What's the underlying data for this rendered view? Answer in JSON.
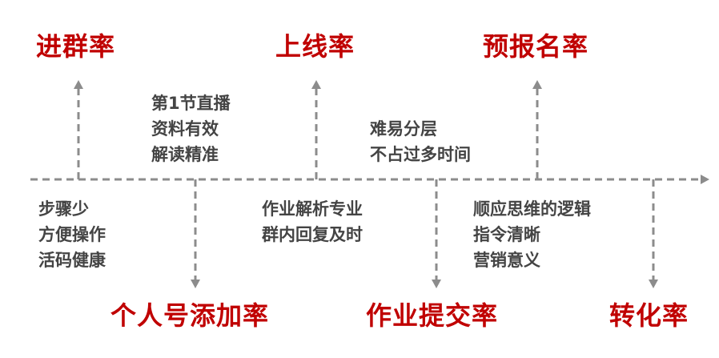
{
  "colors": {
    "metric": "#c00000",
    "note": "#444444",
    "line": "#8c8c8c"
  },
  "metrics": {
    "join_group_rate": "进群率",
    "online_rate": "上线率",
    "pre_register_rate": "预报名率",
    "personal_add_rate": "个人号添加率",
    "homework_submit_rate": "作业提交率",
    "conversion_rate": "转化率"
  },
  "notes": {
    "first_live": [
      "第1节直播",
      "资料有效",
      "解读精准"
    ],
    "difficulty": [
      "难易分层",
      "不占过多时间"
    ],
    "steps": [
      "步骤少",
      "方便操作",
      "活码健康"
    ],
    "homework": [
      "作业解析专业",
      "群内回复及时"
    ],
    "logic": [
      "顺应思维的逻辑",
      "指令清晰",
      "营销意义"
    ]
  }
}
